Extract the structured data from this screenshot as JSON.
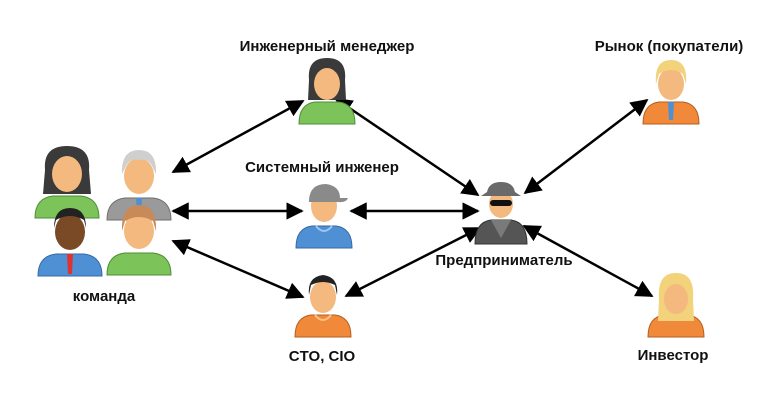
{
  "nodes": {
    "team": {
      "label": "команда",
      "icon": "team-group-icon"
    },
    "eng_manager": {
      "label": "Инженерный менеджер",
      "icon": "engineering-manager-icon"
    },
    "sys_engineer": {
      "label": "Системный инженер",
      "icon": "system-engineer-icon"
    },
    "cto": {
      "label": "CTO, CIO",
      "icon": "cto-cio-icon"
    },
    "entrepreneur": {
      "label": "Предприниматель",
      "icon": "entrepreneur-spy-icon"
    },
    "market": {
      "label": "Рынок (покупатели)",
      "icon": "market-buyer-icon"
    },
    "investor": {
      "label": "Инвестор",
      "icon": "investor-icon"
    }
  },
  "colors": {
    "arrow": "#000000",
    "skin": "#f3b97e",
    "skin_dark": "#7a4a26",
    "green_shirt": "#7cc35a",
    "gray_shirt": "#9a9a9a",
    "blue_shirt": "#4f8fd4",
    "orange_shirt": "#f08a3a",
    "dark_hair": "#3a3a3a",
    "gray_hair": "#cfcfcf",
    "blond_hair": "#f2d27a",
    "spy_coat": "#555555"
  }
}
